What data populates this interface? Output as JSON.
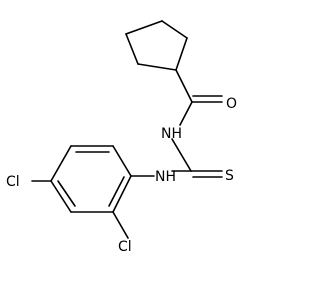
{
  "atoms": [
    {
      "id": "O",
      "label": "O"
    },
    {
      "id": "N1",
      "label": "NH"
    },
    {
      "id": "S",
      "label": "S"
    },
    {
      "id": "N2",
      "label": "NH"
    },
    {
      "id": "Cl1",
      "label": "Cl"
    },
    {
      "id": "Cl2",
      "label": "Cl"
    }
  ]
}
